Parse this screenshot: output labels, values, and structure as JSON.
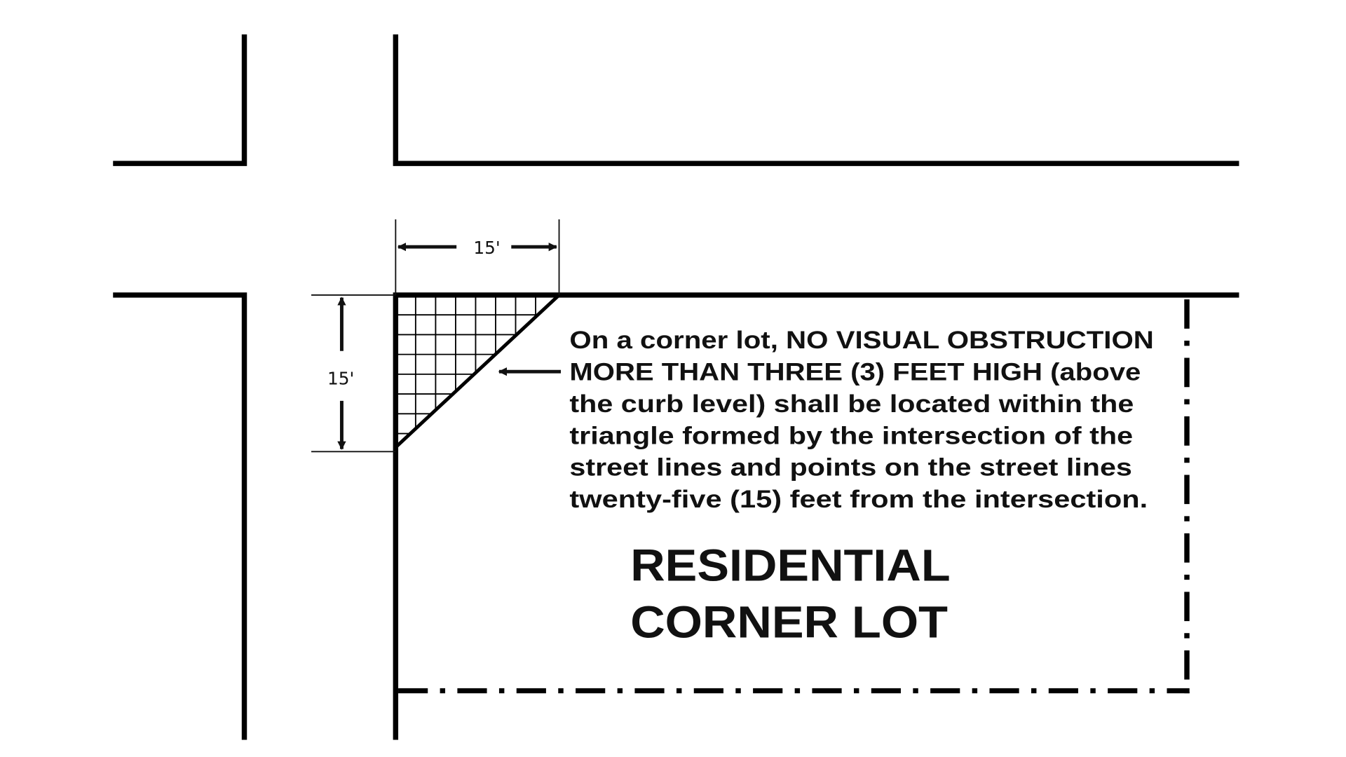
{
  "diagram": {
    "dimension_top": "15'",
    "dimension_left": "15'",
    "note_lines": [
      "On a corner lot, NO VISUAL OBSTRUCTION",
      "MORE THAN THREE (3) FEET HIGH (above",
      "the curb level) shall be located within the",
      "triangle formed by the intersection of the",
      "street lines and points on the street lines",
      "twenty-five (15) feet from the intersection."
    ],
    "title_lines": [
      "RESIDENTIAL",
      "CORNER LOT"
    ],
    "line_color": "#000000"
  }
}
